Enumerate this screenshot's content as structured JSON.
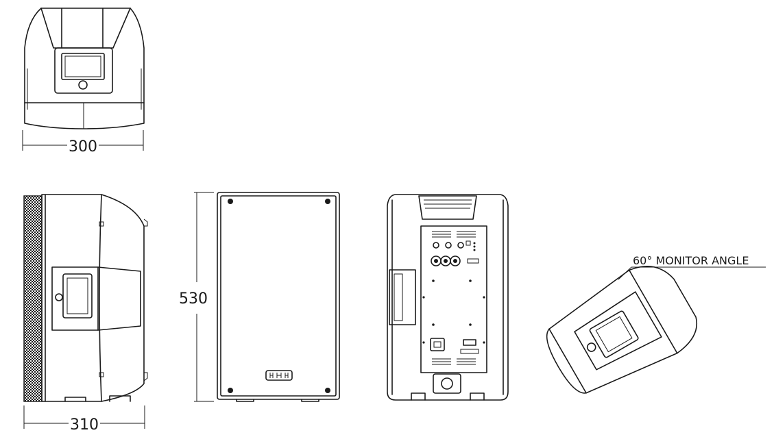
{
  "drawing": {
    "views": [
      "top-view",
      "side-view",
      "front-view",
      "rear-view",
      "monitor-view"
    ]
  },
  "dimensions": {
    "top_width": "300",
    "side_depth": "310",
    "front_height": "530"
  },
  "annotations": {
    "monitor_angle": "60° MONITOR ANGLE"
  }
}
